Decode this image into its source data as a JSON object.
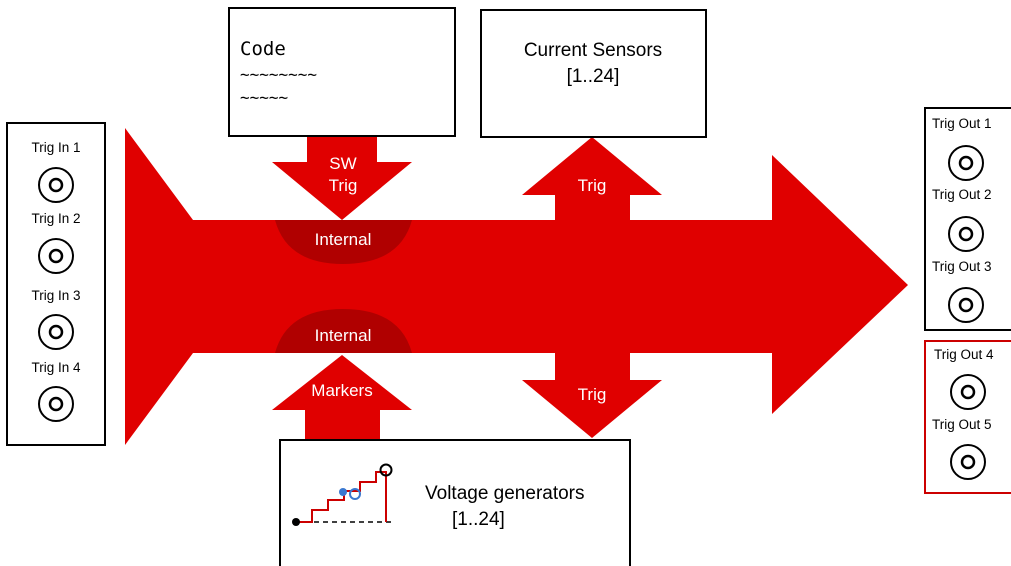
{
  "colors": {
    "arrow": "#e00000",
    "arrow_dark": "#b00000",
    "outputs_group2_border": "#cc0000",
    "marker_blue": "#3a78d0",
    "ramp_red": "#cc0000"
  },
  "inputs": {
    "labels": [
      "Trig In 1",
      "Trig In 2",
      "Trig In 3",
      "Trig In 4"
    ]
  },
  "code_box": {
    "title": "Code",
    "line1": "~~~~~~~~",
    "line2": "~~~~~"
  },
  "sensors_box": {
    "title": "Current Sensors",
    "range": "[1..24]"
  },
  "voltage_box": {
    "title": "Voltage generators",
    "range": "[1..24]"
  },
  "arrows": {
    "sw_trig_line1": "SW",
    "sw_trig_line2": "Trig",
    "internal_top": "Internal",
    "internal_bottom": "Internal",
    "trig_up": "Trig",
    "trig_down": "Trig",
    "markers": "Markers"
  },
  "outputs_group1": {
    "labels": [
      "Trig Out 1",
      "Trig Out 2",
      "Trig Out 3"
    ]
  },
  "outputs_group2": {
    "labels": [
      "Trig Out 4",
      "Trig Out 5"
    ]
  },
  "icons": {
    "connector": "bnc-connector-icon",
    "staircase": "staircase-ramp-icon"
  }
}
